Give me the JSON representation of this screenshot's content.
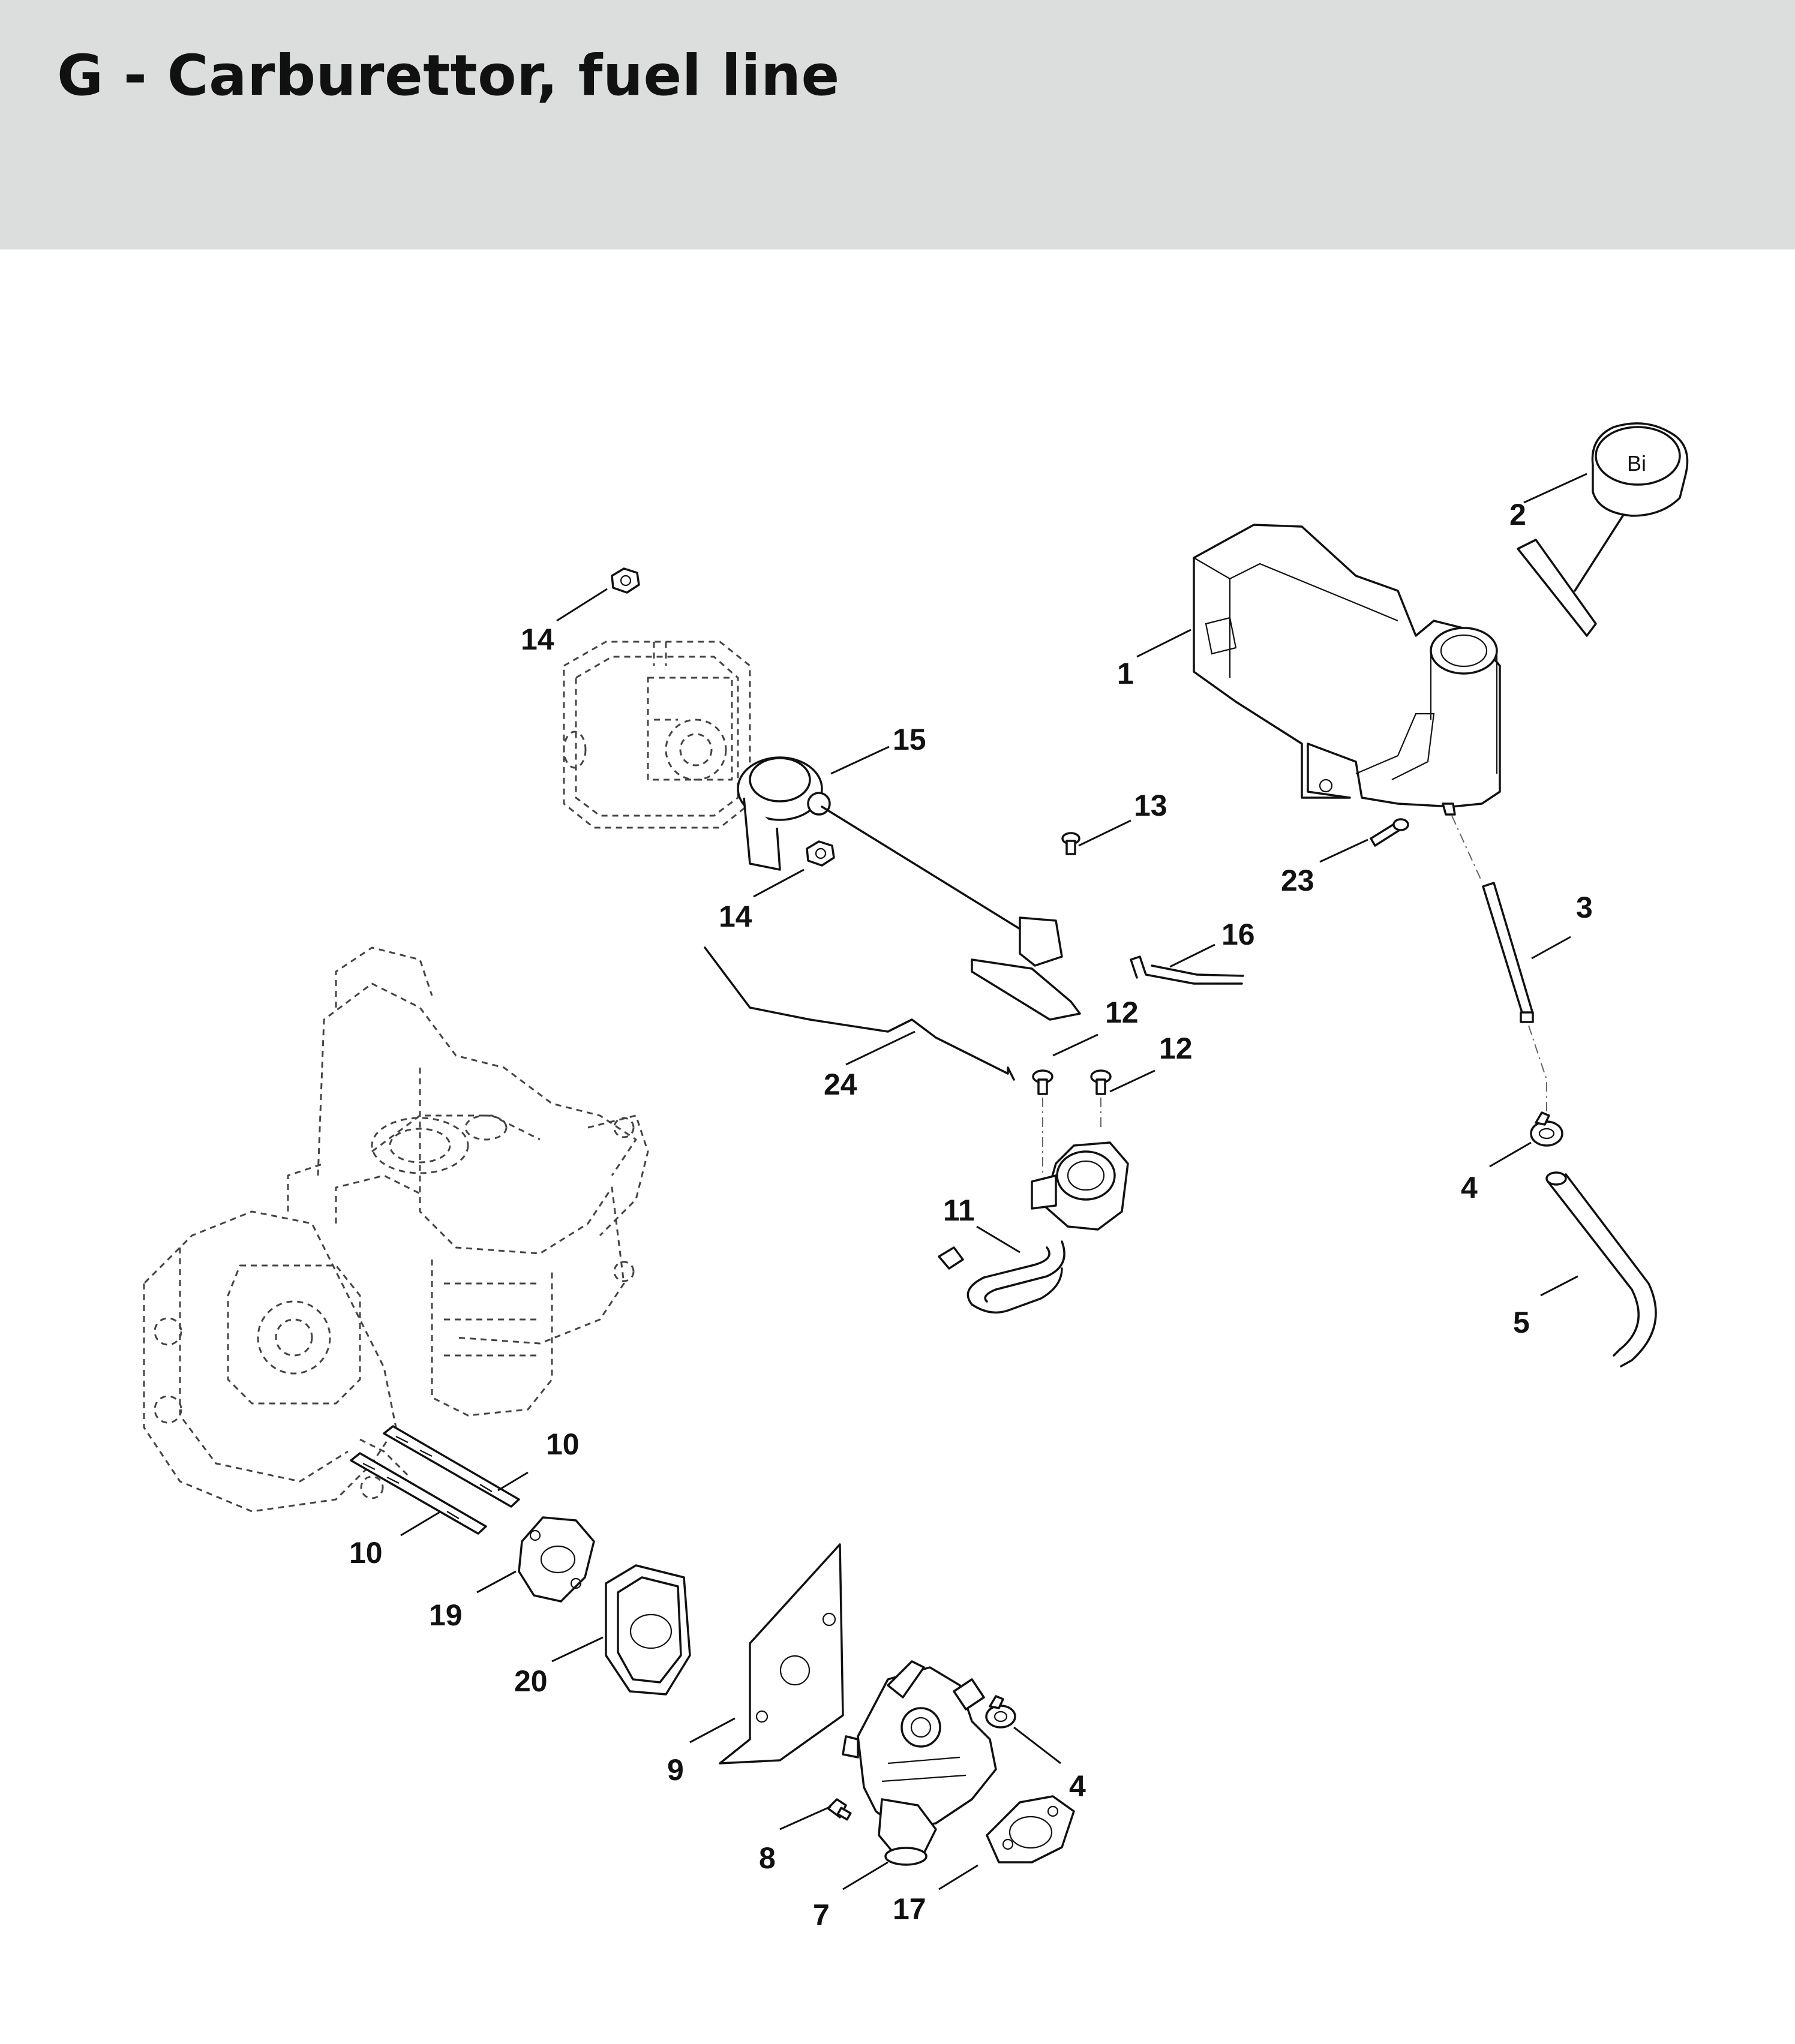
{
  "header": {
    "title": "G - Carburettor, fuel line",
    "background_color": "#dcdedd"
  },
  "diagram": {
    "fuel_cap_marking": "Bi",
    "parts": [
      {
        "number": "1"
      },
      {
        "number": "2"
      },
      {
        "number": "3"
      },
      {
        "number": "4"
      },
      {
        "number": "4"
      },
      {
        "number": "5"
      },
      {
        "number": "7"
      },
      {
        "number": "8"
      },
      {
        "number": "9"
      },
      {
        "number": "10"
      },
      {
        "number": "10"
      },
      {
        "number": "11"
      },
      {
        "number": "12"
      },
      {
        "number": "12"
      },
      {
        "number": "13"
      },
      {
        "number": "14"
      },
      {
        "number": "14"
      },
      {
        "number": "15"
      },
      {
        "number": "16"
      },
      {
        "number": "17"
      },
      {
        "number": "19"
      },
      {
        "number": "20"
      },
      {
        "number": "23"
      },
      {
        "number": "24"
      }
    ]
  }
}
